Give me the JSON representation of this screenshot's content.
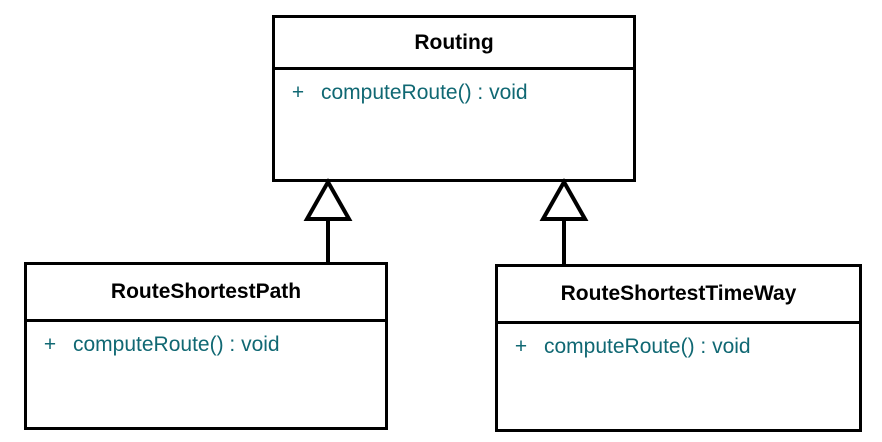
{
  "diagram": {
    "type": "uml-class-diagram",
    "background_color": "#ffffff",
    "line_color": "#000000",
    "title_color": "#000000",
    "member_color": "#106873",
    "classes": [
      {
        "id": "routing",
        "name": "Routing",
        "members": [
          {
            "visibility": "+",
            "signature": "computeRoute() : void"
          }
        ]
      },
      {
        "id": "shortest-path",
        "name": "RouteShortestPath",
        "members": [
          {
            "visibility": "+",
            "signature": "computeRoute() : void"
          }
        ]
      },
      {
        "id": "shortest-time-way",
        "name": "RouteShortestTimeWay",
        "members": [
          {
            "visibility": "+",
            "signature": "computeRoute() : void"
          }
        ]
      }
    ],
    "relationships": [
      {
        "id": "gen-shortest-path",
        "kind": "generalization",
        "from": "RouteShortestPath",
        "to": "Routing",
        "arrow": "hollow-triangle"
      },
      {
        "id": "gen-shortest-time-way",
        "kind": "generalization",
        "from": "RouteShortestTimeWay",
        "to": "Routing",
        "arrow": "hollow-triangle"
      }
    ]
  }
}
